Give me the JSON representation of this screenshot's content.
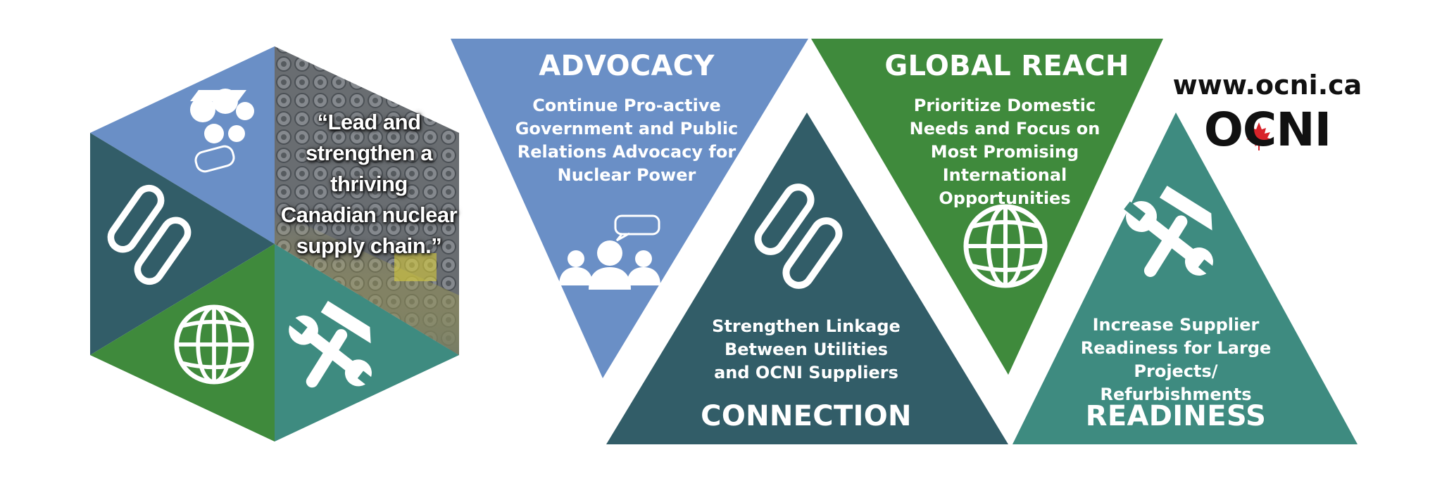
{
  "quote": {
    "text": "“Lead and strengthen a thriving Canadian nuclear supply chain.”"
  },
  "pillars": [
    {
      "id": "advocacy",
      "title": "ADVOCACY",
      "description": "Continue Pro-active Government and Public Relations Advocacy for Nuclear Power",
      "icon": "people-speech-icon",
      "color": "#6a8fc6"
    },
    {
      "id": "connection",
      "title": "CONNECTION",
      "description": "Strengthen Linkage Between Utilities and OCNI Suppliers",
      "icon": "chain-link-icon",
      "color": "#325d68"
    },
    {
      "id": "global_reach",
      "title": "GLOBAL REACH",
      "description": "Prioritize Domestic Needs and Focus on Most Promising International Opportunities",
      "icon": "globe-icon",
      "color": "#3f8a3c"
    },
    {
      "id": "readiness",
      "title": "READINESS",
      "description": "Increase Supplier Readiness for Large Projects/ Refurbishments",
      "icon": "wrench-hammer-icon",
      "color": "#3e8b80"
    }
  ],
  "brand": {
    "website": "www.ocni.ca",
    "logo_text": "OCNI",
    "logo_accent": "#d8232a"
  }
}
